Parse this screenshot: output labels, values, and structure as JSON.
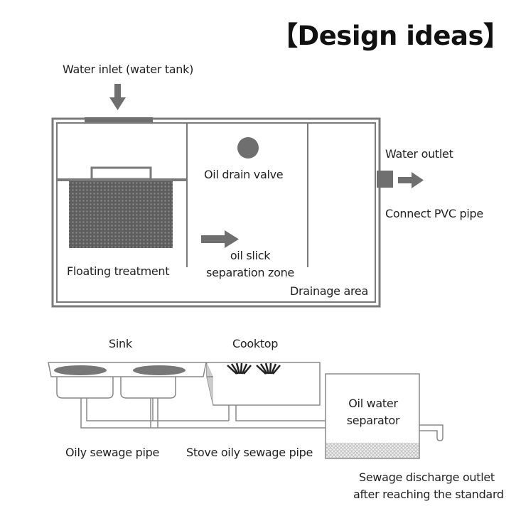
{
  "title": "【Design ideas】",
  "tank": {
    "water_inlet": "Water inlet (water tank)",
    "oil_drain_valve": "Oil drain valve",
    "oil_slick_line1": "oil slick",
    "oil_slick_line2": "separation zone",
    "floating_treatment": "Floating treatment",
    "drainage_area": "Drainage area",
    "water_outlet": "Water outlet",
    "connect_pvc": "Connect PVC pipe"
  },
  "system": {
    "sink": "Sink",
    "cooktop": "Cooktop",
    "separator_line1": "Oil water",
    "separator_line2": "separator",
    "oily_sewage_pipe": "Oily sewage pipe",
    "stove_pipe": "Stove oily sewage pipe",
    "discharge_line1": "Sewage discharge outlet",
    "discharge_line2": "after reaching the standard"
  },
  "colors": {
    "line": "#7a7a7a",
    "fill": "#6f6f6f"
  }
}
